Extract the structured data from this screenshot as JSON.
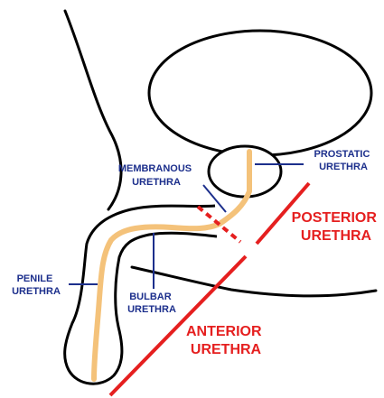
{
  "labels": {
    "prostatic": [
      "PROSTATIC",
      "URETHRA"
    ],
    "membranous": [
      "MEMBRANOUS",
      "URETHRA"
    ],
    "bulbar": [
      "BULBAR",
      "URETHRA"
    ],
    "penile": [
      "PENILE",
      "URETHRA"
    ],
    "posterior": [
      "POSTERIOR",
      "URETHRA"
    ],
    "anterior": [
      "ANTERIOR",
      "URETHRA"
    ]
  },
  "colors": {
    "outline": "#000000",
    "urethra": "#f4c27a",
    "label_blue": "#1c2f8c",
    "divider_red": "#e51f1f"
  }
}
